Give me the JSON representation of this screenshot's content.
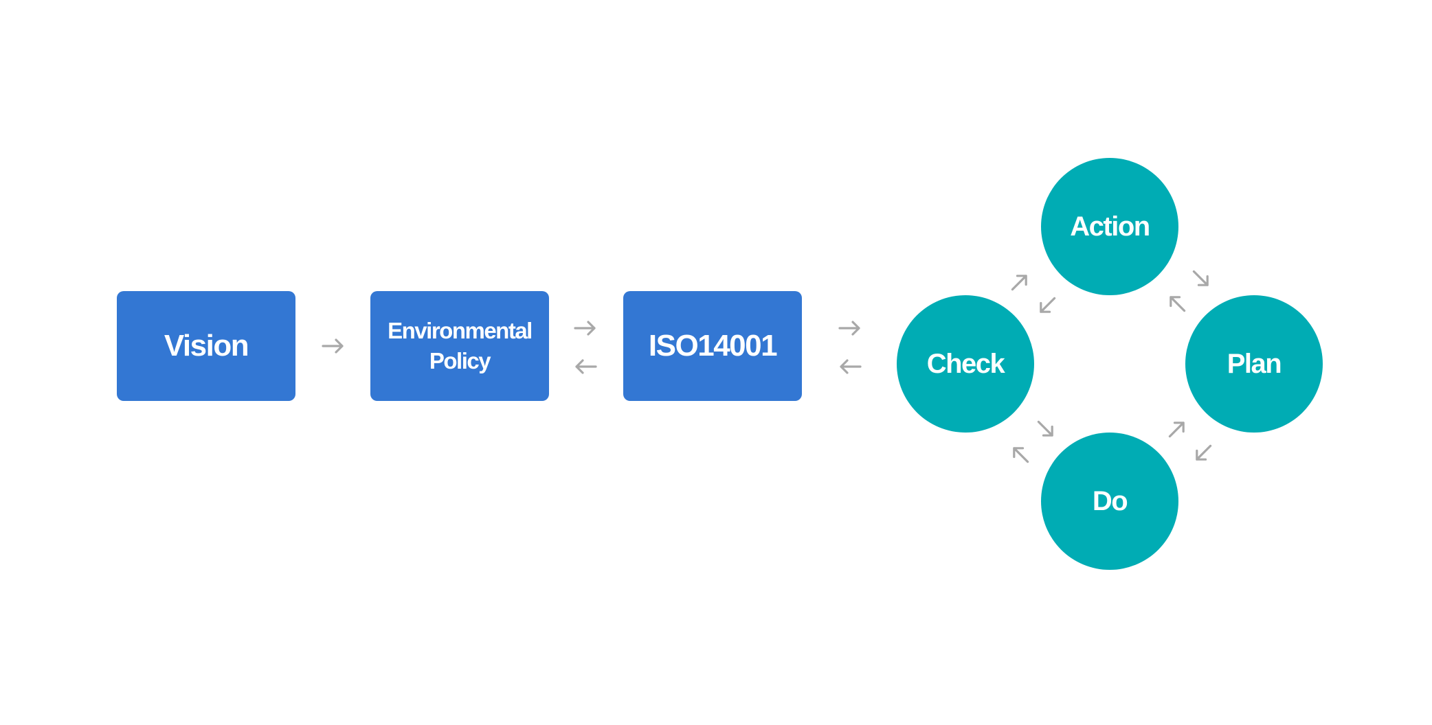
{
  "nodes": {
    "vision": "Vision",
    "environmental_policy_line1": "Environmental",
    "environmental_policy_line2": "Policy",
    "iso": "ISO14001",
    "action": "Action",
    "check": "Check",
    "plan": "Plan",
    "do": "Do"
  },
  "icons": {
    "arrow": "arrow-icon"
  },
  "colors": {
    "box": "#3377d3",
    "circle": "#00acb4",
    "arrow": "#a8a8a8",
    "text": "#ffffff"
  }
}
